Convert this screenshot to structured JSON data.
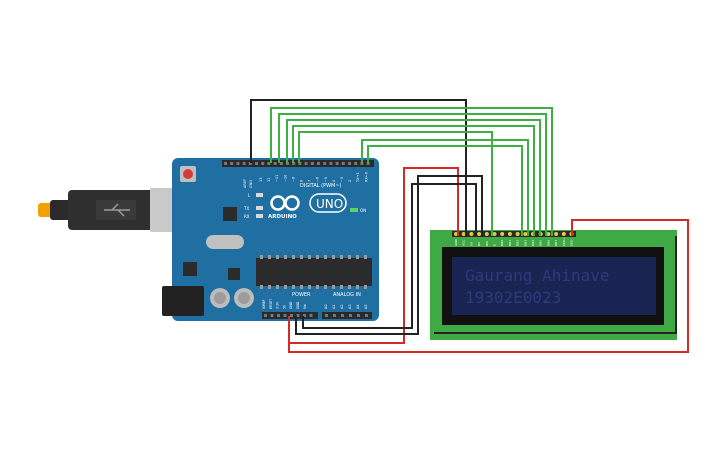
{
  "board": {
    "brand": "ARDUINO",
    "model": "UNO",
    "digital_label": "DIGITAL (PWM~)",
    "power_label": "POWER",
    "analog_label": "ANALOG IN",
    "on_label": "ON",
    "led_l": "L",
    "led_tx": "TX",
    "led_rx": "RX",
    "aref": "AREF",
    "gnd": "GND",
    "digital_pins": [
      "13",
      "12",
      "~11",
      "~10",
      "~9",
      "8",
      "7",
      "~6",
      "~5",
      "4",
      "~3",
      "2",
      "TX→1",
      "RX←0"
    ],
    "power_pins": [
      "IOREF",
      "RESET",
      "3.3V",
      "5V",
      "GND",
      "GND",
      "Vin"
    ],
    "analog_pins": [
      "A0",
      "A1",
      "A2",
      "A3",
      "A4",
      "A5"
    ]
  },
  "lcd": {
    "line1": "Gaurang Ahinave",
    "line2": "19302E0023",
    "pin_labels": [
      "GND",
      "VCC",
      "V0",
      "RS",
      "RW",
      "E",
      "DB0",
      "DB1",
      "DB2",
      "DB3",
      "DB4",
      "DB5",
      "DB6",
      "DB7",
      "LED+",
      "LED-"
    ]
  },
  "colors": {
    "board": "#1f6fa3",
    "lcd_pcb": "#3faa43",
    "lcd_screen": "#1a2452",
    "lcd_text": "#2c3a7c",
    "wire_green": "#3cb043",
    "wire_black": "#222222",
    "wire_red": "#d42a2a"
  }
}
